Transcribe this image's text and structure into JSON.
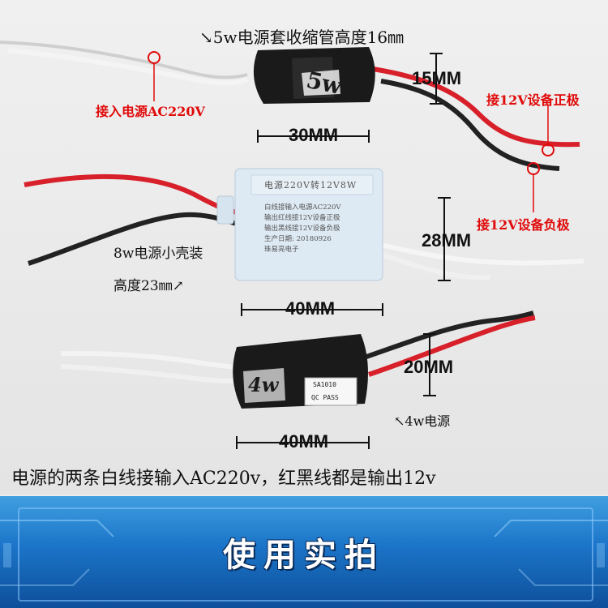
{
  "labels": {
    "module5w_title": "↘5w电源套收缩管高度16㎜",
    "input_ac": "接入电源AC220V",
    "out_pos": "接12V设备正极",
    "out_neg": "接12V设备负极",
    "box8w_line1": "8w电源小壳装",
    "box8w_line2": "高度23㎜↗",
    "label_4w": "↖4w电源",
    "footer": "电源的两条白线接输入AC220v，红黑线都是输出12v",
    "banner_title": "使用实拍"
  },
  "dims": {
    "d15": "15MM",
    "d30": "30MM",
    "d28": "28MM",
    "d40a": "40MM",
    "d20": "20MM",
    "d40b": "40MM"
  },
  "box8w_sticker": [
    "电源220V转12V8W",
    "白线接输入电源AC220V",
    "输出红线接12V设备正极",
    "输出黑线接12V设备负极",
    "生产日期: 20180926",
    "珠易亮电子"
  ],
  "module5w_text": "5w",
  "module4w_text": "4w",
  "tag4w_line1": "SA1010",
  "tag4w_line2": "QC PASS"
}
